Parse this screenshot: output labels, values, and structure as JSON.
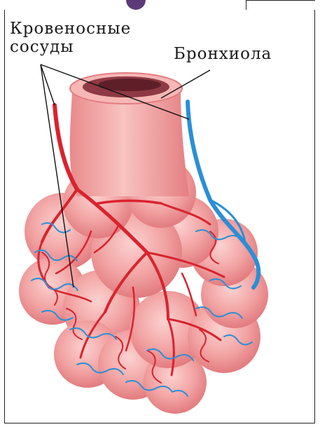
{
  "labels": {
    "vessels_line1": "Кровеносные",
    "vessels_line2": "сосуды",
    "bronchiole": "Бронхиола"
  },
  "colors": {
    "artery": "#d9232e",
    "vein": "#2a8fd6",
    "tissue": "#f2a3a3",
    "tissue_dark": "#e27c80",
    "lumen": "#8e3a44",
    "frame": "#222222"
  }
}
